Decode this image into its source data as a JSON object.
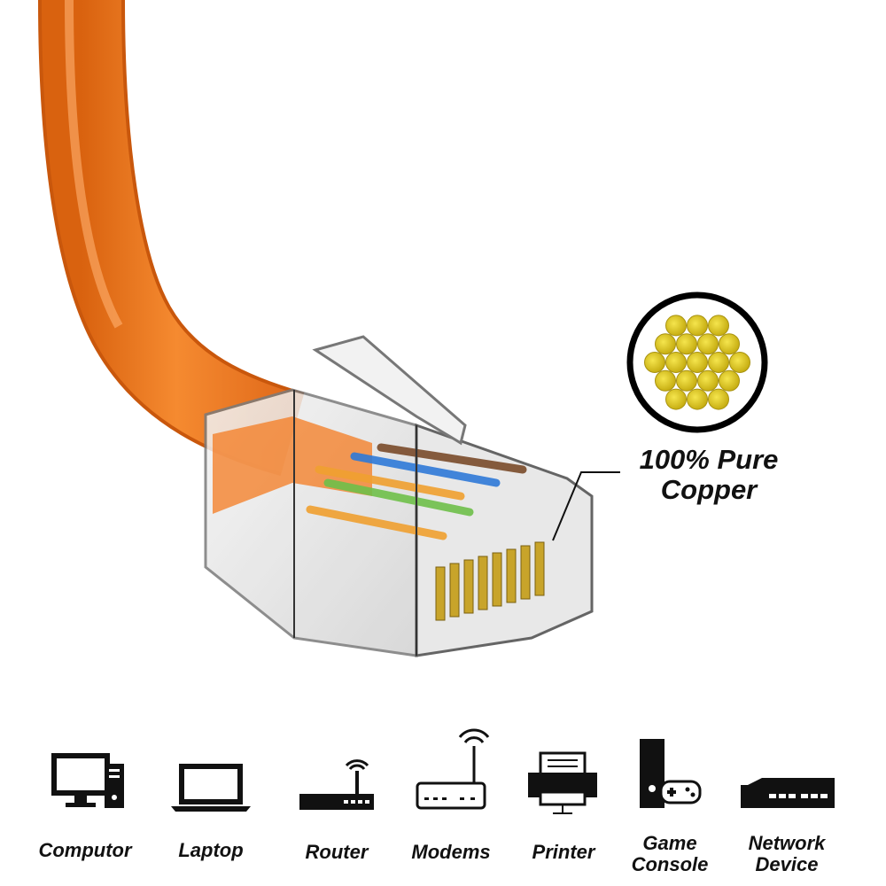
{
  "callout": {
    "line1": "100% Pure",
    "line2": "Copper",
    "icon": "copper-strand-cross-section-icon",
    "conductor_color": "#e2cb22"
  },
  "cable": {
    "jacket_color": "#f47b20",
    "connector": "rj45-connector-icon"
  },
  "devices": [
    {
      "label": "Computor",
      "icon": "desktop-computer-icon"
    },
    {
      "label": "Laptop",
      "icon": "laptop-icon"
    },
    {
      "label": "Router",
      "icon": "router-icon"
    },
    {
      "label": "Modems",
      "icon": "modem-icon"
    },
    {
      "label": "Printer",
      "icon": "printer-icon"
    },
    {
      "label_line1": "Game",
      "label_line2": "Console",
      "icon": "game-console-icon"
    },
    {
      "label_line1": "Network",
      "label_line2": "Device",
      "icon": "network-switch-icon"
    }
  ]
}
